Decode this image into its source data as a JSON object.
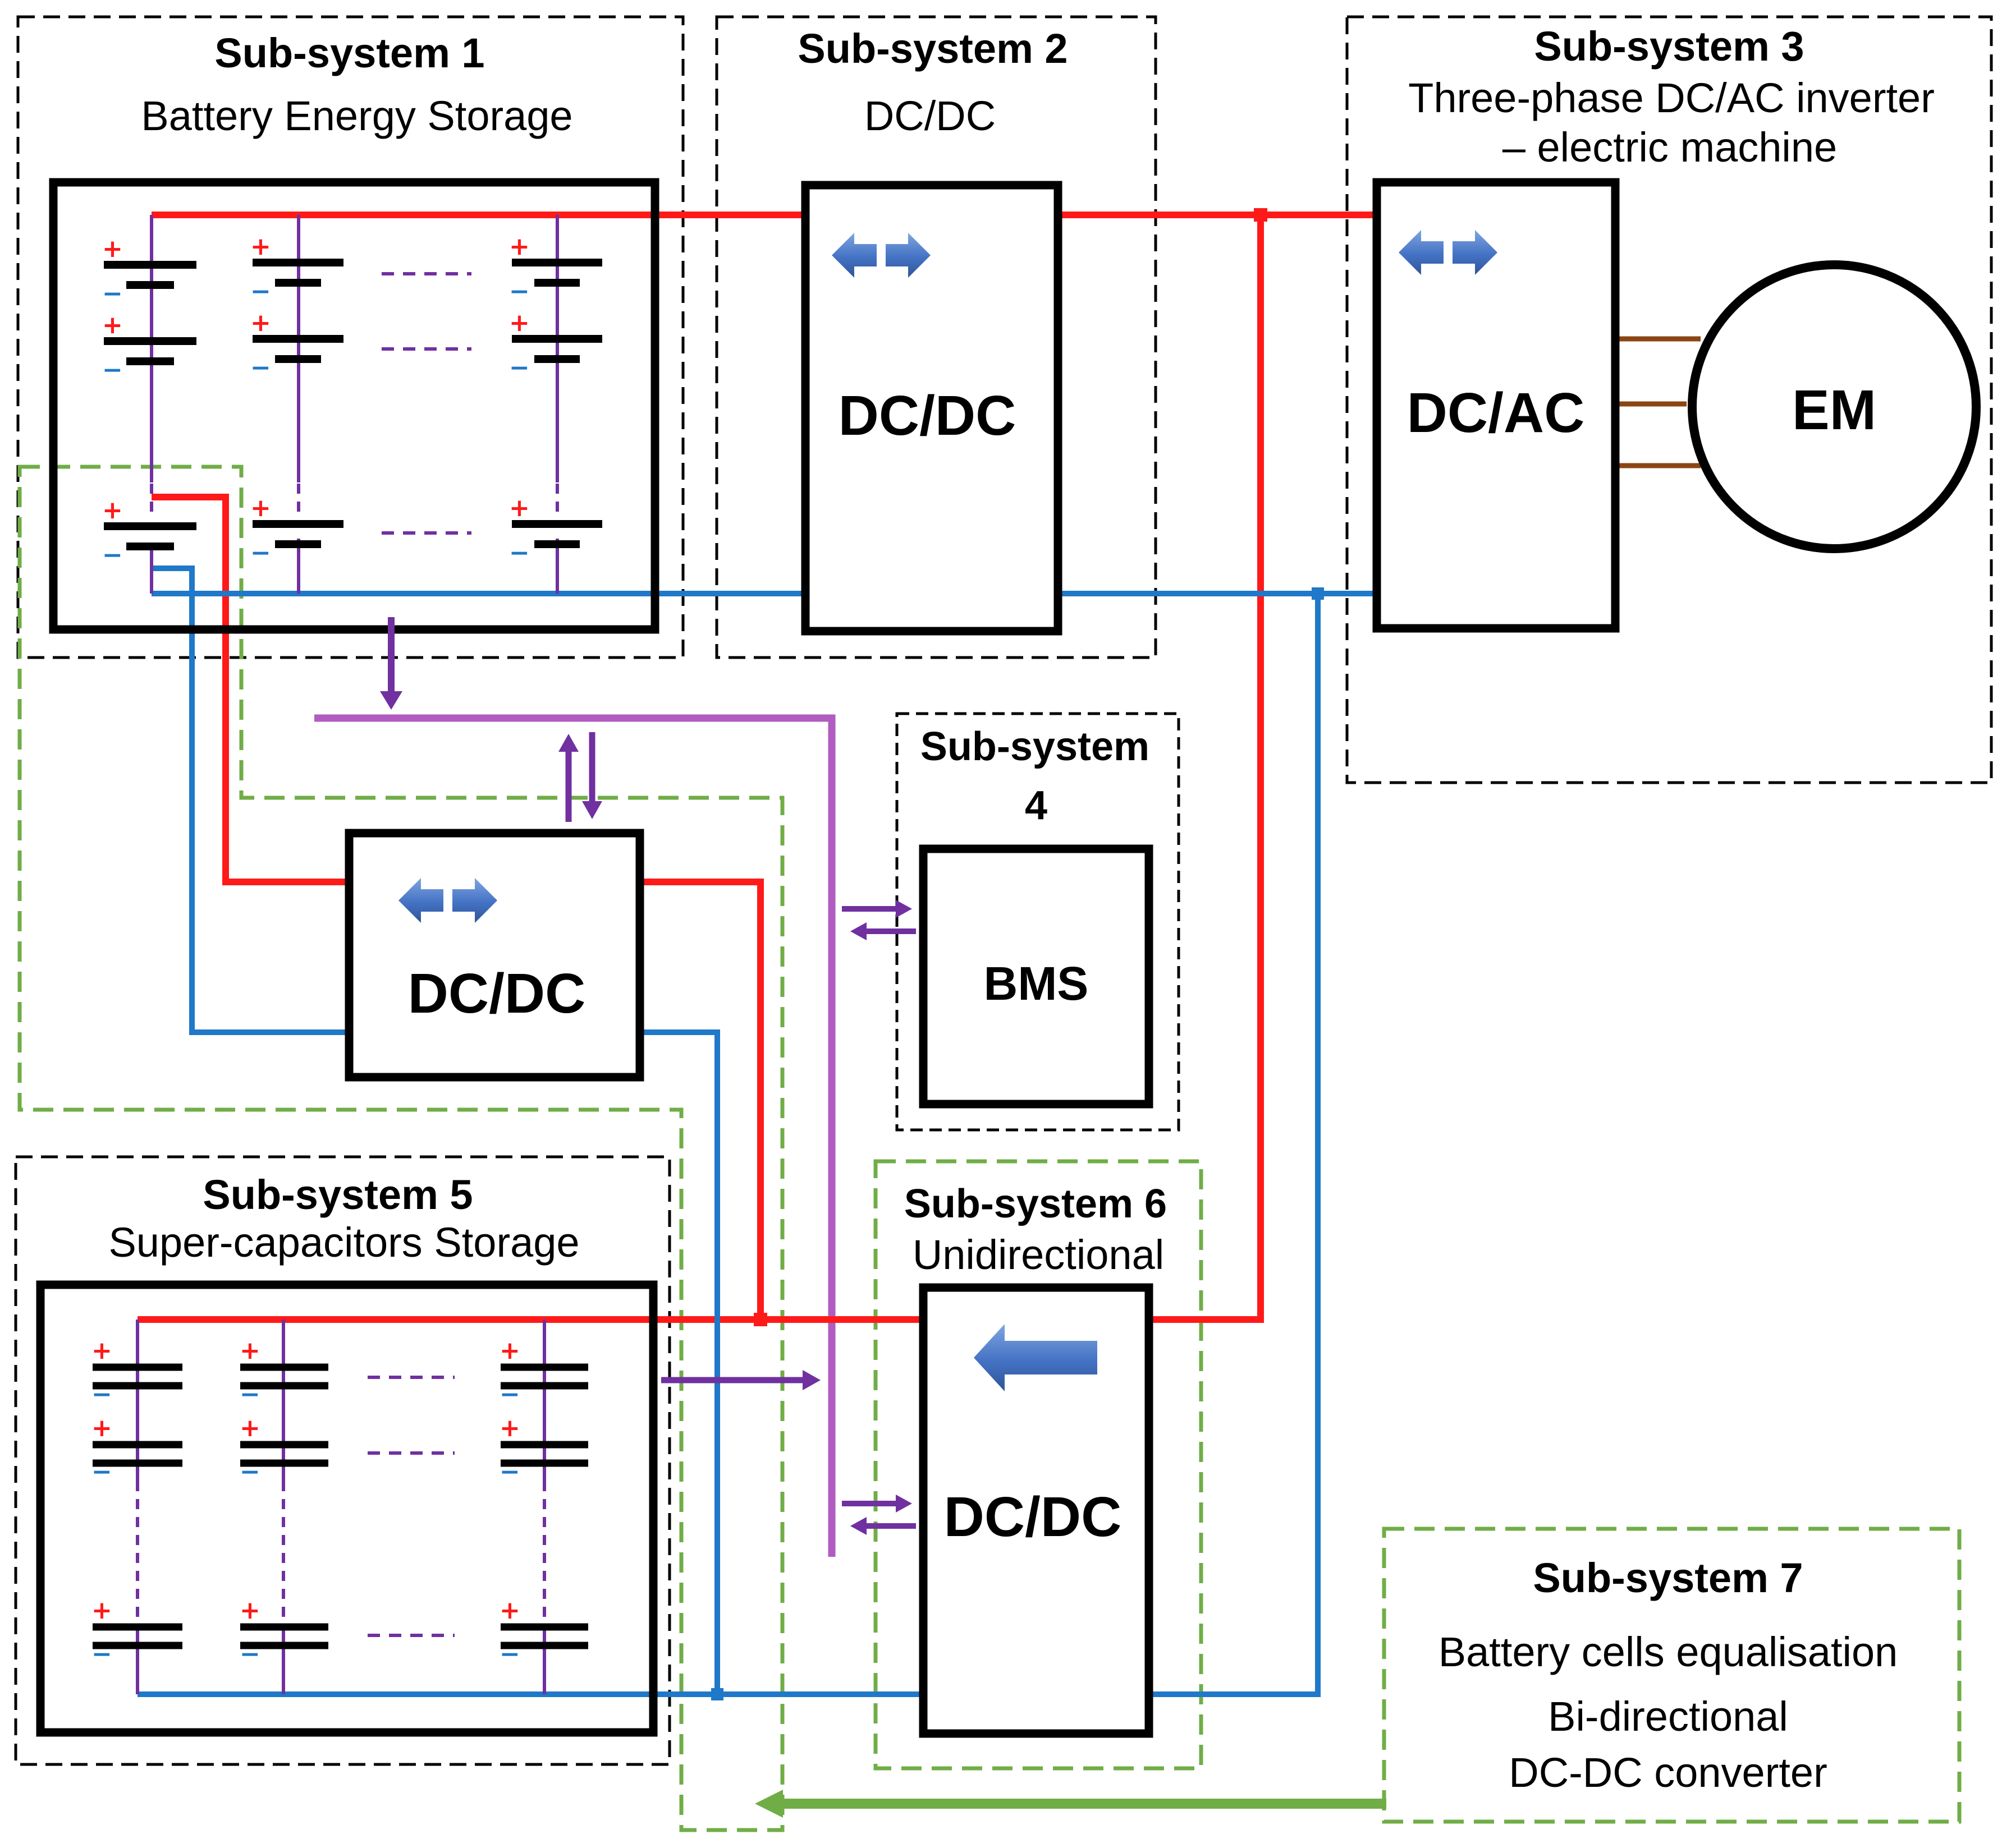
{
  "subsystems": {
    "s1": {
      "title": "Sub-system 1",
      "subtitle": "Battery Energy Storage"
    },
    "s2": {
      "title": "Sub-system 2",
      "subtitle": "DC/DC"
    },
    "s3": {
      "title": "Sub-system 3",
      "subtitle_line1": "Three-phase DC/AC inverter",
      "subtitle_line2": "– electric machine"
    },
    "s4": {
      "title_line1": "Sub-system",
      "title_line2": "4"
    },
    "s5": {
      "title": "Sub-system 5",
      "subtitle": "Super-capacitors Storage"
    },
    "s6": {
      "title": "Sub-system 6",
      "subtitle": "Unidirectional"
    },
    "s7": {
      "title": "Sub-system 7",
      "line1": "Battery cells equalisation",
      "line2": "Bi-directional",
      "line3": "DC-DC converter"
    }
  },
  "blocks": {
    "dcdc_main": "DC/DC",
    "dcac": "DC/AC",
    "em": "EM",
    "dcdc_left": "DC/DC",
    "bms": "BMS",
    "dcdc_uni": "DC/DC"
  },
  "symbols": {
    "plus": "+",
    "minus": "−"
  },
  "colors": {
    "positive_bus": "#ff1a1a",
    "negative_bus": "#1f78c8",
    "cell_string": "#7030a0",
    "signal_bus": "#b05cc0",
    "control_arrow": "#7030a0",
    "equalisation": "#70ad47",
    "phase_wire": "#8b4513",
    "flow_arrow": "#4472c4",
    "dashed_border": "#000000"
  }
}
